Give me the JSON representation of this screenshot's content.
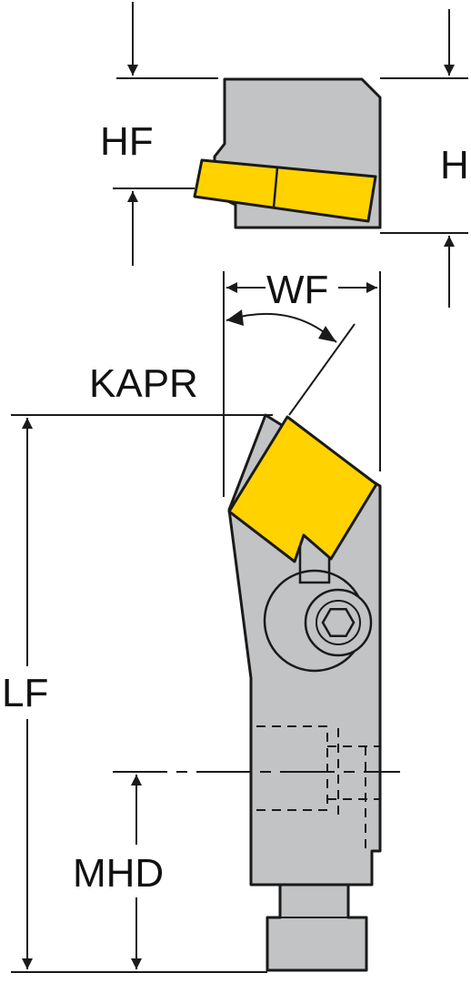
{
  "labels": {
    "hf": "HF",
    "h": "H",
    "wf": "WF",
    "kapr": "KAPR",
    "lf": "LF",
    "mhd": "MHD"
  },
  "colors": {
    "body": "#c1c3c5",
    "insert": "#ffd200",
    "outline": "#1a1a1a",
    "background": "#ffffff"
  }
}
